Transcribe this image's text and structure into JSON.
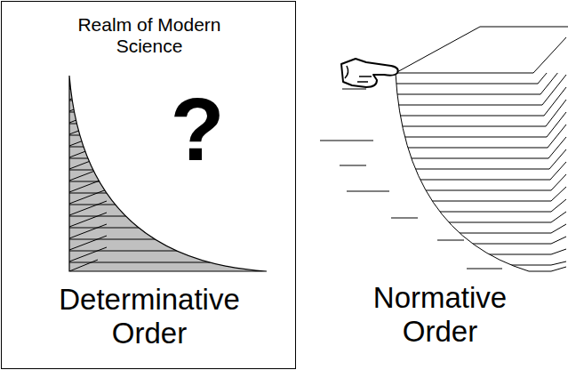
{
  "diagram": {
    "nodes": [
      {
        "text": [
          "Realm of Modern Science",
          "?",
          "Determinative Order"
        ]
      }
    ],
    "labels": [
      "Normative Order"
    ]
  }
}
